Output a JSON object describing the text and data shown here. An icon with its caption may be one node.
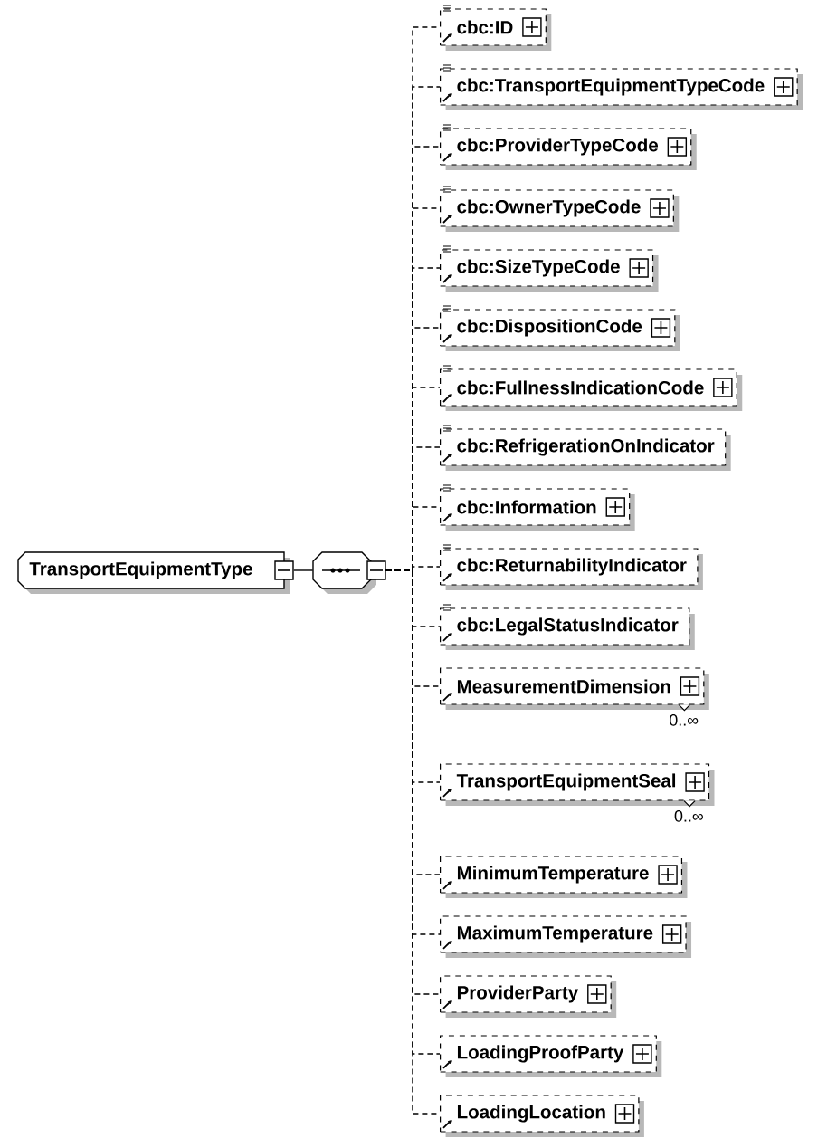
{
  "diagram": {
    "nodes": [
      {
        "text": [
          "TransportEquipmentType"
        ]
      },
      {
        "text": [],
        "shape": "octagon"
      },
      {
        "text": [
          "cbc:ID"
        ]
      },
      {
        "text": [
          "cbc:TransportEquipmentTypeCode"
        ]
      },
      {
        "text": [
          "cbc:ProviderTypeCode"
        ]
      },
      {
        "text": [
          "cbc:OwnerTypeCode"
        ]
      },
      {
        "text": [
          "cbc:SizeTypeCode"
        ]
      },
      {
        "text": [
          "cbc:DispositionCode"
        ]
      },
      {
        "text": [
          "cbc:FullnessIndicationCode"
        ]
      },
      {
        "text": [
          "cbc:RefrigerationOnIndicator"
        ]
      },
      {
        "text": [
          "cbc:Information"
        ]
      },
      {
        "text": [
          "cbc:ReturnabilityIndicator"
        ]
      },
      {
        "text": [
          "cbc:LegalStatusIndicator"
        ]
      },
      {
        "text": [
          "MeasurementDimension"
        ],
        "beside": [
          "0..∞"
        ]
      },
      {
        "text": [
          "TransportEquipmentSeal"
        ],
        "beside": [
          "0..∞"
        ]
      },
      {
        "text": [
          "MinimumTemperature"
        ]
      },
      {
        "text": [
          "MaximumTemperature"
        ]
      },
      {
        "text": [
          "ProviderParty"
        ]
      },
      {
        "text": [
          "LoadingProofParty"
        ]
      },
      {
        "text": [
          "LoadingLocation"
        ]
      }
    ],
    "edges": [
      {
        "from": 0,
        "to": 1,
        "arrow": "none"
      },
      {
        "from": 1,
        "to": 2,
        "arrow": "none",
        "style": "dashed"
      },
      {
        "from": 1,
        "to": 3,
        "arrow": "none",
        "style": "dashed"
      },
      {
        "from": 1,
        "to": 4,
        "arrow": "none",
        "style": "dashed"
      },
      {
        "from": 1,
        "to": 5,
        "arrow": "none",
        "style": "dashed"
      },
      {
        "from": 1,
        "to": 6,
        "arrow": "none",
        "style": "dashed"
      },
      {
        "from": 1,
        "to": 7,
        "arrow": "none",
        "style": "dashed"
      },
      {
        "from": 1,
        "to": 8,
        "arrow": "none",
        "style": "dashed"
      },
      {
        "from": 1,
        "to": 9,
        "arrow": "none",
        "style": "dashed"
      },
      {
        "from": 1,
        "to": 10,
        "arrow": "none",
        "style": "dashed"
      },
      {
        "from": 1,
        "to": 11,
        "arrow": "none",
        "style": "dashed"
      },
      {
        "from": 1,
        "to": 12,
        "arrow": "none",
        "style": "dashed"
      },
      {
        "from": 1,
        "to": 13,
        "arrow": "none",
        "style": "dashed"
      },
      {
        "from": 1,
        "to": 14,
        "arrow": "none",
        "style": "dashed"
      },
      {
        "from": 1,
        "to": 15,
        "arrow": "none",
        "style": "dashed"
      },
      {
        "from": 1,
        "to": 16,
        "arrow": "none",
        "style": "dashed"
      },
      {
        "from": 1,
        "to": 17,
        "arrow": "none",
        "style": "dashed"
      },
      {
        "from": 1,
        "to": 18,
        "arrow": "none",
        "style": "dashed"
      },
      {
        "from": 1,
        "to": 19,
        "arrow": "none",
        "style": "dashed"
      }
    ]
  }
}
